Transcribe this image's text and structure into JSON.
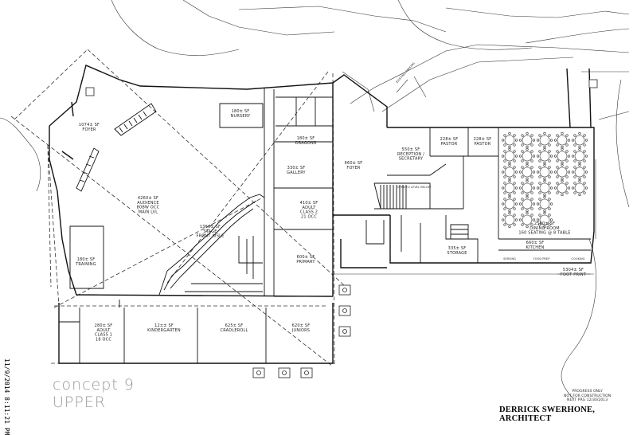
{
  "title_block": {
    "concept_line1": "concept 9",
    "concept_line2": "UPPER",
    "architect": "DERRICK SWERHONE, ARCHITECT",
    "progress_note_1": "PROGRESS ONLY",
    "progress_note_2": "NOT FOR CONSTRUCTION",
    "progress_note_3": "NEXT PRG 12/30/2013",
    "timestamp": "11/9/2014 8:11:21 PM"
  },
  "rooms": [
    {
      "id": "foyer-left",
      "lines": [
        "1074± SF",
        "FOYER"
      ]
    },
    {
      "id": "nursery",
      "lines": [
        "180± SF",
        "NURSERY"
      ]
    },
    {
      "id": "auditorium",
      "lines": [
        "4260± SF",
        "AUDIENCE",
        "80BW OCC",
        "MAIN LVL"
      ]
    },
    {
      "id": "dragons",
      "lines": [
        "180± SF",
        "DRAGONS"
      ]
    },
    {
      "id": "gallery",
      "lines": [
        "330± SF",
        "GALLERY"
      ]
    },
    {
      "id": "adult-class-2",
      "lines": [
        "410± SF",
        "ADULT",
        "CLASS 2",
        "21 OCC"
      ]
    },
    {
      "id": "stage",
      "lines": [
        "1360± SF",
        "STAGE",
        "FRONT AISLE"
      ]
    },
    {
      "id": "training",
      "lines": [
        "180± SF",
        "TRAINING"
      ]
    },
    {
      "id": "primary",
      "lines": [
        "600± SF",
        "PRIMARY"
      ]
    },
    {
      "id": "adult-class-1",
      "lines": [
        "280± SF",
        "ADULT",
        "CLASS 1",
        "18 OCC"
      ]
    },
    {
      "id": "kindergarten",
      "lines": [
        "12±± SF",
        "KINDERGARTEN"
      ]
    },
    {
      "id": "cradleroll",
      "lines": [
        "625± SF",
        "CRADLEROLL"
      ]
    },
    {
      "id": "juniors",
      "lines": [
        "620± SF",
        "JUNIORS"
      ]
    },
    {
      "id": "foyer-right",
      "lines": [
        "660± SF",
        "FOYER"
      ]
    },
    {
      "id": "reception",
      "lines": [
        "550± SF",
        "RECEPTION /",
        "SECRETARY"
      ]
    },
    {
      "id": "pastor-1",
      "lines": [
        "228± SF",
        "PASTOR"
      ]
    },
    {
      "id": "pastor-2",
      "lines": [
        "228± SF",
        "PASTOR"
      ]
    },
    {
      "id": "storage",
      "lines": [
        "335± SF",
        "STORAGE"
      ]
    },
    {
      "id": "dining-room",
      "lines": [
        "2500± SF",
        "DINING ROOM",
        "160 SEATING @ 8 TABLE"
      ]
    },
    {
      "id": "kitchen",
      "lines": [
        "660± SF",
        "KITCHEN"
      ]
    },
    {
      "id": "footprint",
      "lines": [
        "5304± SF",
        "FOOT PRINT"
      ]
    }
  ],
  "annotations": {
    "existing_parking": "EXISTING PARKING",
    "foyer_note": "OPEN TO LEVEL BELOW",
    "kitchen_labels": [
      "SERVING",
      "FOOD PREP",
      "COOKING"
    ]
  }
}
